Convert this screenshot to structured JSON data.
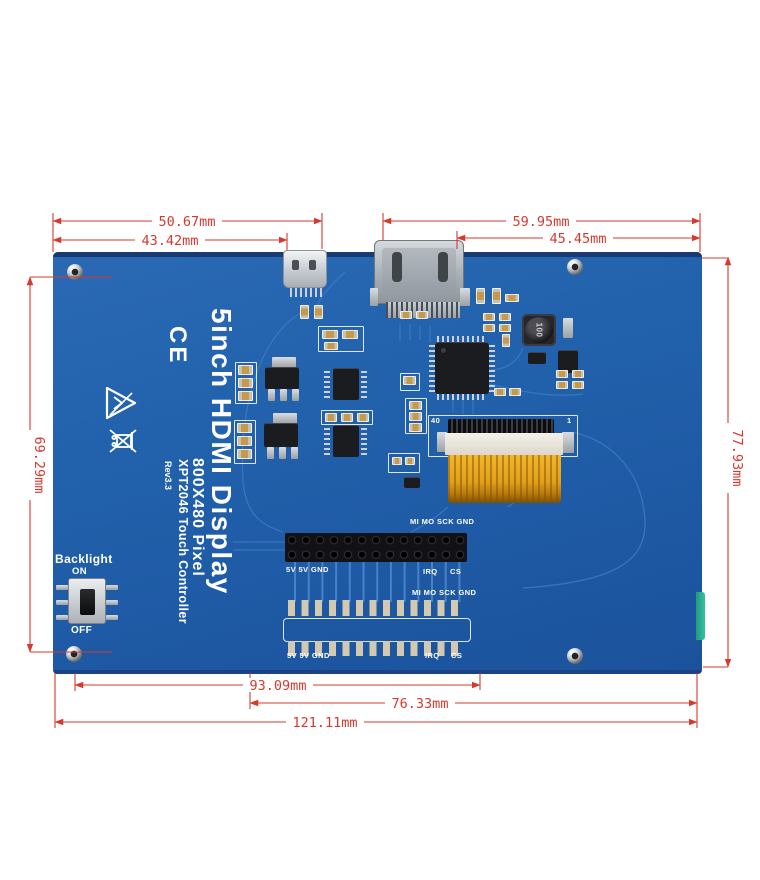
{
  "product": {
    "title": "5inch HDMI Display",
    "pixel": "800X480 Pixel",
    "controller": "XPT2046 Touch Controller",
    "revision": "Rev3.3",
    "ce": "CE"
  },
  "board": {
    "labels": {
      "spi": "MI MO SCK GND",
      "pwr": "5V 5V GND",
      "irq": "IRQ",
      "cs": "CS"
    },
    "fpc": {
      "pin40": "40",
      "pin1": "1"
    },
    "inductor": "100",
    "backlight": {
      "label": "Backlight",
      "on": "ON",
      "off": "OFF"
    }
  },
  "dims": {
    "tl_outer": "50.67mm",
    "tl_inner": "43.42mm",
    "tr_outer": "59.95mm",
    "tr_inner": "45.45mm",
    "left": "69.29mm",
    "right": "77.93mm",
    "b_inner": "93.09mm",
    "b_mid": "76.33mm",
    "b_outer": "121.11mm"
  },
  "colors": {
    "dimension_red": "#d6392e",
    "pcb_blue": "#2262ac",
    "flex_gold": "#e2a01c",
    "lcd_tab_teal": "#2fae93"
  }
}
